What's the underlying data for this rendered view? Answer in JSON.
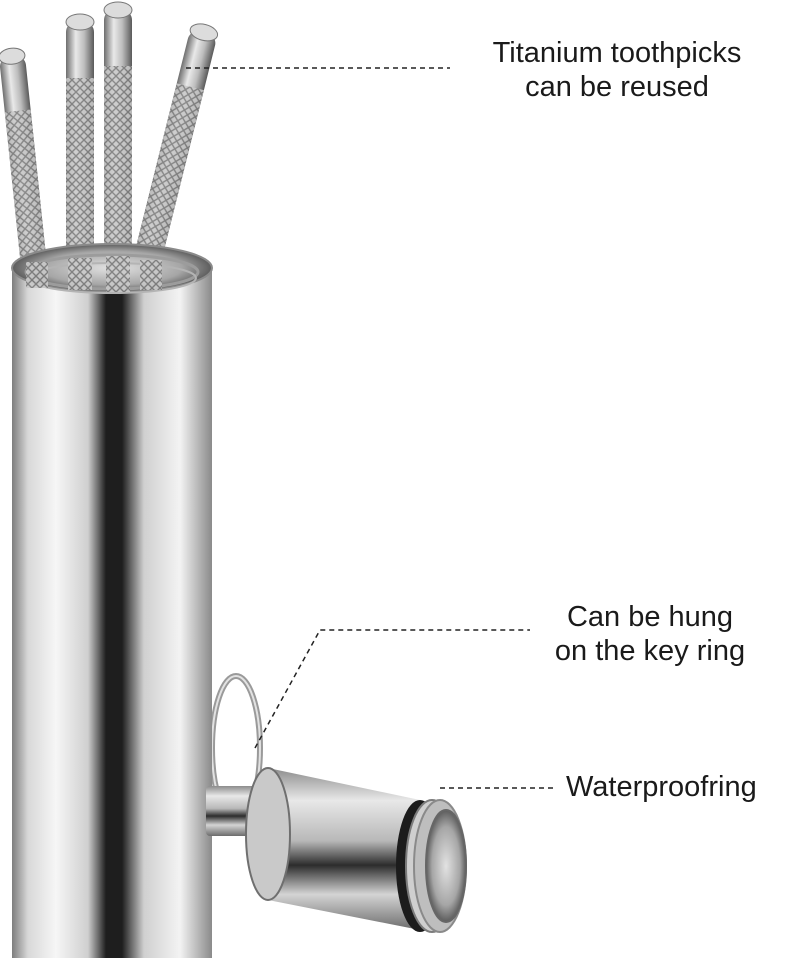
{
  "callouts": {
    "toothpicks": {
      "line1": "Titanium toothpicks",
      "line2": "can be reused"
    },
    "keyring": {
      "line1": "Can be hung",
      "line2": "on the key ring"
    },
    "waterproof": {
      "line1": "Waterproofring"
    }
  },
  "colors": {
    "background": "#ffffff",
    "steel_light": "#f2f2f2",
    "steel_mid": "#b9b9b9",
    "steel_dark": "#2a2a2a",
    "text": "#1a1a1a",
    "leader_line": "#222222"
  }
}
